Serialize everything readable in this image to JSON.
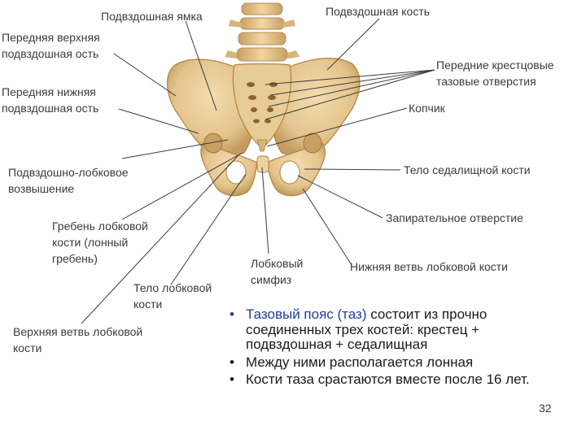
{
  "labels": {
    "iliac_fossa": "Подвздошная ямка",
    "ilium": "Подвздошная кость",
    "asis": "Передняя верхняя\nподвздошная ость",
    "sacral_foramina": "Передние крестцовые\nтазовые отверстия",
    "aiis": "Передняя нижняя\nподвздошная ость",
    "coccyx": "Копчик",
    "iliopubic_eminence": "Подвздошно-лобковое\nвозвышение",
    "ischium_body": "Тело седалищной кости",
    "pecten": "Гребень лобковой\nкости (лонный\nгребень)",
    "obturator": "Запирательное отверстие",
    "symphysis": "Лобковый\nсимфиз",
    "inferior_ramus": "Нижняя ветвь лобковой кости",
    "pubis_body": "Тело лобковой\nкости",
    "superior_ramus": "Верхняя ветвь лобковой\nкости"
  },
  "bullets": {
    "b1_accent": "Тазовый пояс (таз)",
    "b1_rest": " состоит из прочно соединенных трех костей: крестец + подвздошная + седалищная",
    "b2": "Между ними располагается лонная",
    "b3": "Кости таза срастаются вместе после 16 лет."
  },
  "page_number": "32",
  "colors": {
    "bone": "#e4c48c",
    "bone_shadow": "#c49c5e",
    "bone_light": "#f3dcae",
    "leader_line": "#3c3c3c",
    "accent": "#1f3e9a"
  }
}
